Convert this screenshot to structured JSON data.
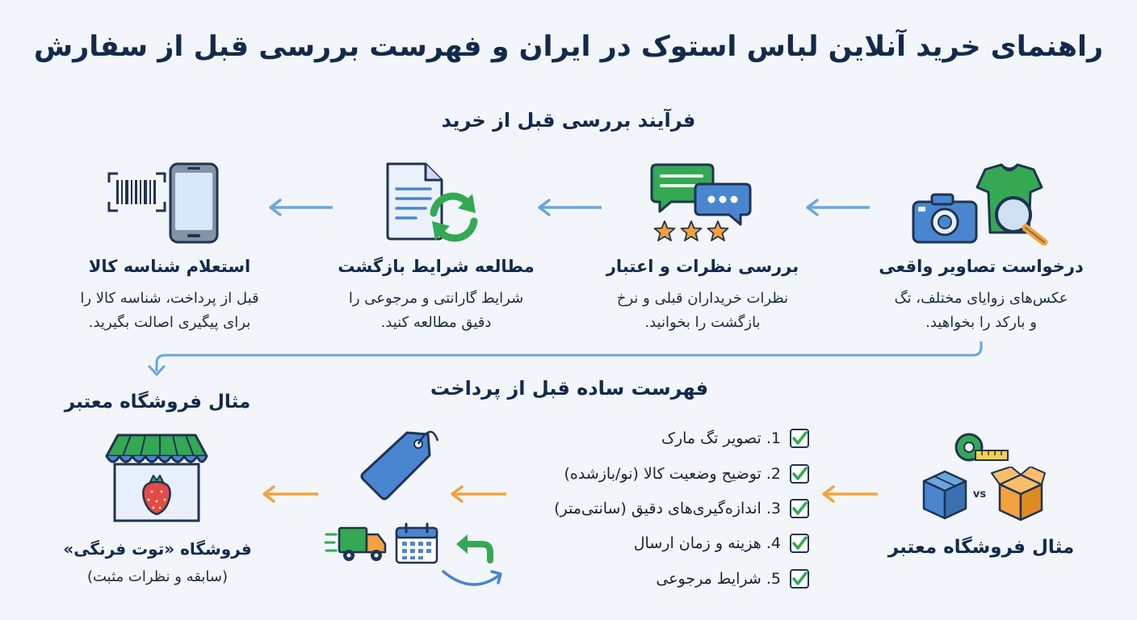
{
  "title": "راهنمای خرید آنلاین لباس استوک در ایران و فهرست بررسی قبل از سفارش",
  "process": {
    "title": "فرآیند بررسی قبل از خرید",
    "steps": [
      {
        "title": "درخواست تصاویر واقعی",
        "desc_line1": "عکس‌های زوایای مختلف، تگ",
        "desc_line2": "و بارکد را بخواهید."
      },
      {
        "title": "بررسی نظرات و اعتبار",
        "desc_line1": "نظرات خریداران قبلی و نرخ",
        "desc_line2": "بازگشت را بخوانید."
      },
      {
        "title": "مطالعه شرایط بازگشت",
        "desc_line1": "شرایط گارانتی و مرجوعی را",
        "desc_line2": "دقیق مطالعه کنید."
      },
      {
        "title": "استعلام شناسه کالا",
        "desc_line1": "قبل از پرداخت، شناسه کالا را",
        "desc_line2": "برای پیگیری اصالت بگیرید."
      }
    ]
  },
  "checklist": {
    "title": "فهرست ساده قبل از پرداخت",
    "items": [
      "1. تصویر تگ مارک",
      "2. توضیح وضعیت کالا (نو/بازشده)",
      "3. اندازه‌گیری‌های دقیق (سانتی‌متر)",
      "4. هزینه و زمان ارسال",
      "5. شرایط مرجوعی"
    ]
  },
  "store_left": {
    "heading": "مثال فروشگاه معتبر",
    "name": "فروشگاه «توت فرنگی»",
    "note": "(سابقه و نظرات مثبت)"
  },
  "store_right": {
    "heading": "مثال فروشگاه معتبر",
    "vs_label": "vs"
  },
  "colors": {
    "blue": "#4a86cf",
    "light_blue": "#6aa6dd",
    "green": "#34a853",
    "orange": "#f3a23d",
    "navy": "#1f3354",
    "red": "#e24b4b"
  },
  "icons": [
    "camera-icon",
    "tshirt-icon",
    "magnifier-icon",
    "chat-bubbles-icon",
    "stars-icon",
    "document-icon",
    "refresh-icon",
    "barcode-icon",
    "phone-icon",
    "storefront-icon",
    "tag-icon",
    "truck-icon",
    "calendar-icon",
    "return-arrow-icon",
    "boxes-icon",
    "tape-measure-icon",
    "checkbox-icon"
  ]
}
